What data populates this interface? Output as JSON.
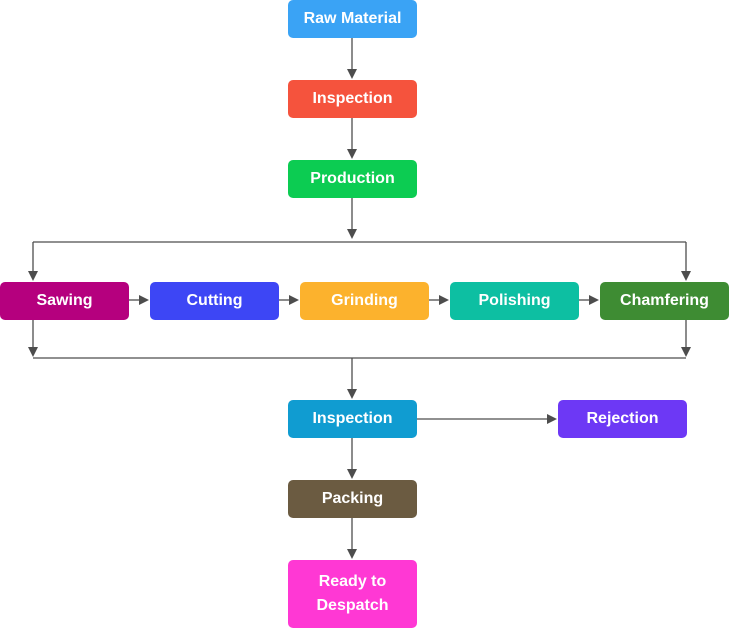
{
  "nodes": {
    "raw_material": {
      "label": "Raw Material",
      "color": "#3aa3f5"
    },
    "inspection_1": {
      "label": "Inspection",
      "color": "#f5533d"
    },
    "production": {
      "label": "Production",
      "color": "#0ccc52"
    },
    "sawing": {
      "label": "Sawing",
      "color": "#b5007e"
    },
    "cutting": {
      "label": "Cutting",
      "color": "#3d46f5"
    },
    "grinding": {
      "label": "Grinding",
      "color": "#fcb22d"
    },
    "polishing": {
      "label": "Polishing",
      "color": "#0dbfa2"
    },
    "chamfering": {
      "label": "Chamfering",
      "color": "#3e8c33"
    },
    "inspection_2": {
      "label": "Inspection",
      "color": "#109cd1"
    },
    "rejection": {
      "label": "Rejection",
      "color": "#6d38f5"
    },
    "packing": {
      "label": "Packing",
      "color": "#6b5b41"
    },
    "ready": {
      "label": "Ready to\nDespatch",
      "color": "#ff38d4"
    }
  },
  "connector_color": "#4d4d4d"
}
